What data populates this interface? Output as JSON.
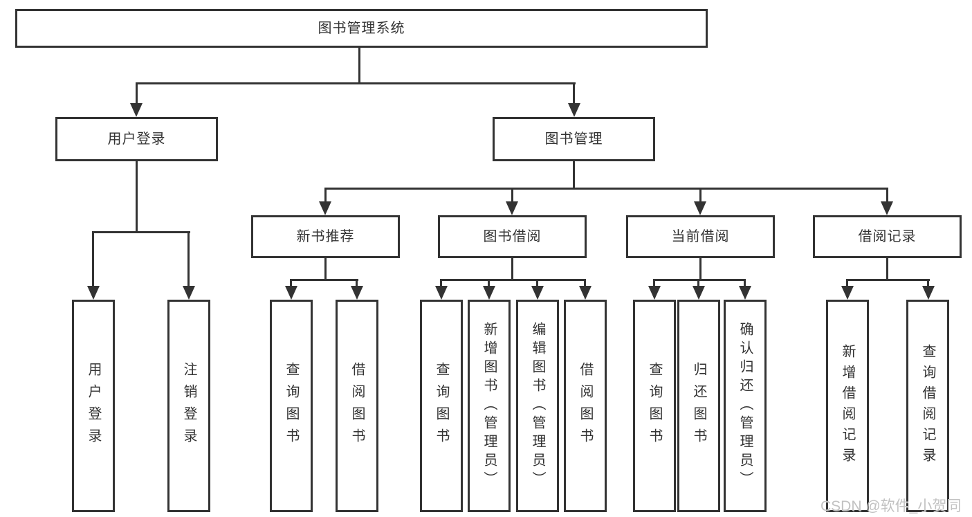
{
  "tree": {
    "root": "图书管理系统",
    "level2": [
      {
        "label": "用户登录",
        "children": [
          {
            "label": "用户登录"
          },
          {
            "label": "注销登录"
          }
        ]
      },
      {
        "label": "图书管理",
        "children": [
          {
            "label": "新书推荐",
            "children": [
              {
                "label": "查询图书"
              },
              {
                "label": "借阅图书"
              }
            ]
          },
          {
            "label": "图书借阅",
            "children": [
              {
                "label": "查询图书"
              },
              {
                "label": "新增图书（管理员）"
              },
              {
                "label": "编辑图书（管理员）"
              },
              {
                "label": "借阅图书"
              }
            ]
          },
          {
            "label": "当前借阅",
            "children": [
              {
                "label": "查询图书"
              },
              {
                "label": "归还图书"
              },
              {
                "label": "确认归还（管理员）"
              }
            ]
          },
          {
            "label": "借阅记录",
            "children": [
              {
                "label": "新增借阅记录"
              },
              {
                "label": "查询借阅记录"
              }
            ]
          }
        ]
      }
    ]
  },
  "watermark": "CSDN @软件_小贺同学",
  "colors": {
    "line": "#333333",
    "text": "#333333",
    "watermark": "#c2c2c2",
    "background": "#ffffff"
  }
}
